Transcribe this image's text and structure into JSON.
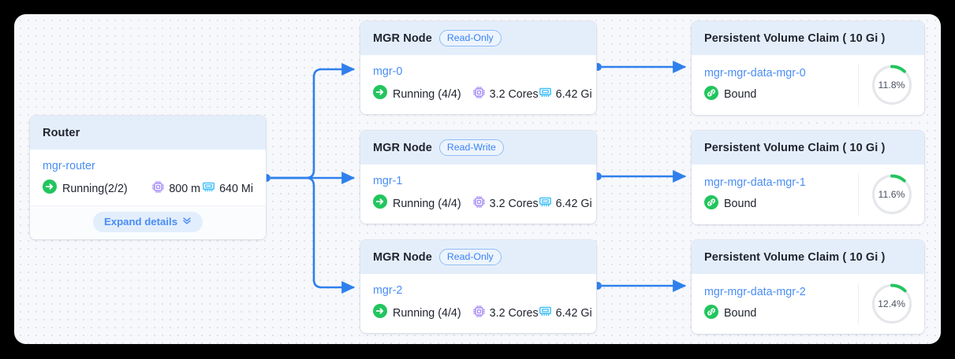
{
  "canvas": {
    "background": "#f7f8fb",
    "dot_color": "#dfe2ec"
  },
  "colors": {
    "edge": "#2f80ed",
    "accent_link": "#4a8df4",
    "header_bg": "#e4eefb",
    "status_green": "#22c55e",
    "cpu_icon": "#a78bfa",
    "mem_icon": "#38bdf8",
    "gauge_track": "#e5e7eb",
    "gauge_value": "#22c55e"
  },
  "router": {
    "title": "Router",
    "name": "mgr-router",
    "status": "Running(2/2)",
    "status_icon": "running-arrow-icon",
    "cpu": "800 m",
    "cpu_icon": "cpu-icon",
    "memory": "640 Mi",
    "memory_icon": "memory-icon",
    "expand_label": "Expand details",
    "expand_icon": "double-chevron-down-icon"
  },
  "mgr_nodes": [
    {
      "title": "MGR Node",
      "badge": "Read-Only",
      "name": "mgr-0",
      "status": "Running (4/4)",
      "status_icon": "running-arrow-icon",
      "cpu": "3.2 Cores",
      "cpu_icon": "cpu-icon",
      "memory": "6.42 Gi",
      "memory_icon": "memory-icon"
    },
    {
      "title": "MGR Node",
      "badge": "Read-Write",
      "name": "mgr-1",
      "status": "Running (4/4)",
      "status_icon": "running-arrow-icon",
      "cpu": "3.2 Cores",
      "cpu_icon": "cpu-icon",
      "memory": "6.42 Gi",
      "memory_icon": "memory-icon"
    },
    {
      "title": "MGR Node",
      "badge": "Read-Only",
      "name": "mgr-2",
      "status": "Running (4/4)",
      "status_icon": "running-arrow-icon",
      "cpu": "3.2 Cores",
      "cpu_icon": "cpu-icon",
      "memory": "6.42 Gi",
      "memory_icon": "memory-icon"
    }
  ],
  "pvcs": [
    {
      "title": "Persistent Volume Claim ( 10 Gi )",
      "name": "mgr-mgr-data-mgr-0",
      "status": "Bound",
      "status_icon": "link-bound-icon",
      "usage_label": "11.8%",
      "usage_percent": 11.8
    },
    {
      "title": "Persistent Volume Claim ( 10 Gi )",
      "name": "mgr-mgr-data-mgr-1",
      "status": "Bound",
      "status_icon": "link-bound-icon",
      "usage_label": "11.6%",
      "usage_percent": 11.6
    },
    {
      "title": "Persistent Volume Claim ( 10 Gi )",
      "name": "mgr-mgr-data-mgr-2",
      "status": "Bound",
      "status_icon": "link-bound-icon",
      "usage_label": "12.4%",
      "usage_percent": 12.4
    }
  ]
}
